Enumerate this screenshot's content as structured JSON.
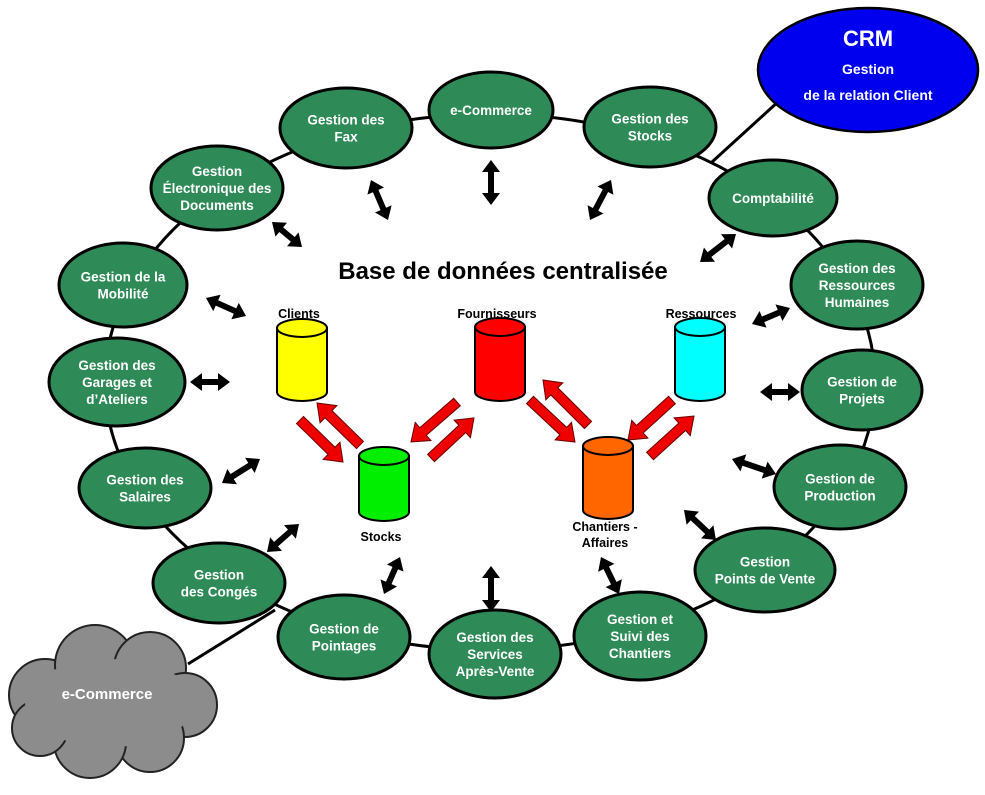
{
  "center": {
    "title": "Base de données centralisée"
  },
  "crm": {
    "title": "CRM",
    "line1": "Gestion",
    "line2": "de la relation Client"
  },
  "cloud": {
    "label": "e-Commerce"
  },
  "nodes": [
    {
      "id": "ecommerce",
      "lines": [
        "e-Commerce"
      ]
    },
    {
      "id": "gestion-stocks",
      "lines": [
        "Gestion des",
        "Stocks"
      ]
    },
    {
      "id": "comptabilite",
      "lines": [
        "Comptabilité"
      ]
    },
    {
      "id": "ressources-humaines",
      "lines": [
        "Gestion des",
        "Ressources",
        "Humaines"
      ]
    },
    {
      "id": "projets",
      "lines": [
        "Gestion de",
        "Projets"
      ]
    },
    {
      "id": "production",
      "lines": [
        "Gestion de",
        "Production"
      ]
    },
    {
      "id": "points-de-vente",
      "lines": [
        "Gestion",
        "Points de Vente"
      ]
    },
    {
      "id": "suivi-chantiers",
      "lines": [
        "Gestion et",
        "Suivi des",
        "Chantiers"
      ]
    },
    {
      "id": "services-apres-vente",
      "lines": [
        "Gestion des",
        "Services",
        "Après-Vente"
      ]
    },
    {
      "id": "pointages",
      "lines": [
        "Gestion de",
        "Pointages"
      ]
    },
    {
      "id": "conges",
      "lines": [
        "Gestion",
        "des Congés"
      ]
    },
    {
      "id": "salaires",
      "lines": [
        "Gestion des",
        "Salaires"
      ]
    },
    {
      "id": "garages-ateliers",
      "lines": [
        "Gestion des",
        "Garages et",
        "d’Ateliers"
      ]
    },
    {
      "id": "mobilite",
      "lines": [
        "Gestion de la",
        "Mobilité"
      ]
    },
    {
      "id": "documents",
      "lines": [
        "Gestion",
        "Électronique des",
        "Documents"
      ]
    },
    {
      "id": "fax",
      "lines": [
        "Gestion des",
        "Fax"
      ]
    }
  ],
  "databases": [
    {
      "id": "clients",
      "label_lines": [
        "Clients"
      ],
      "color": "#ffff00"
    },
    {
      "id": "fournisseurs",
      "label_lines": [
        "Fournisseurs"
      ],
      "color": "#ff0000"
    },
    {
      "id": "ressources",
      "label_lines": [
        "Ressources"
      ],
      "color": "#00ffff"
    },
    {
      "id": "stocks",
      "label_lines": [
        "Stocks"
      ],
      "color": "#00ee00"
    },
    {
      "id": "chantiers",
      "label_lines": [
        "Chantiers -",
        "Affaires"
      ],
      "color": "#ff6600"
    }
  ],
  "colors": {
    "node_fill": "#2e8b57",
    "node_stroke": "#000000",
    "crm_fill": "#0000ee",
    "cloud_fill": "#909090",
    "data_arrow": "#ee0000"
  }
}
